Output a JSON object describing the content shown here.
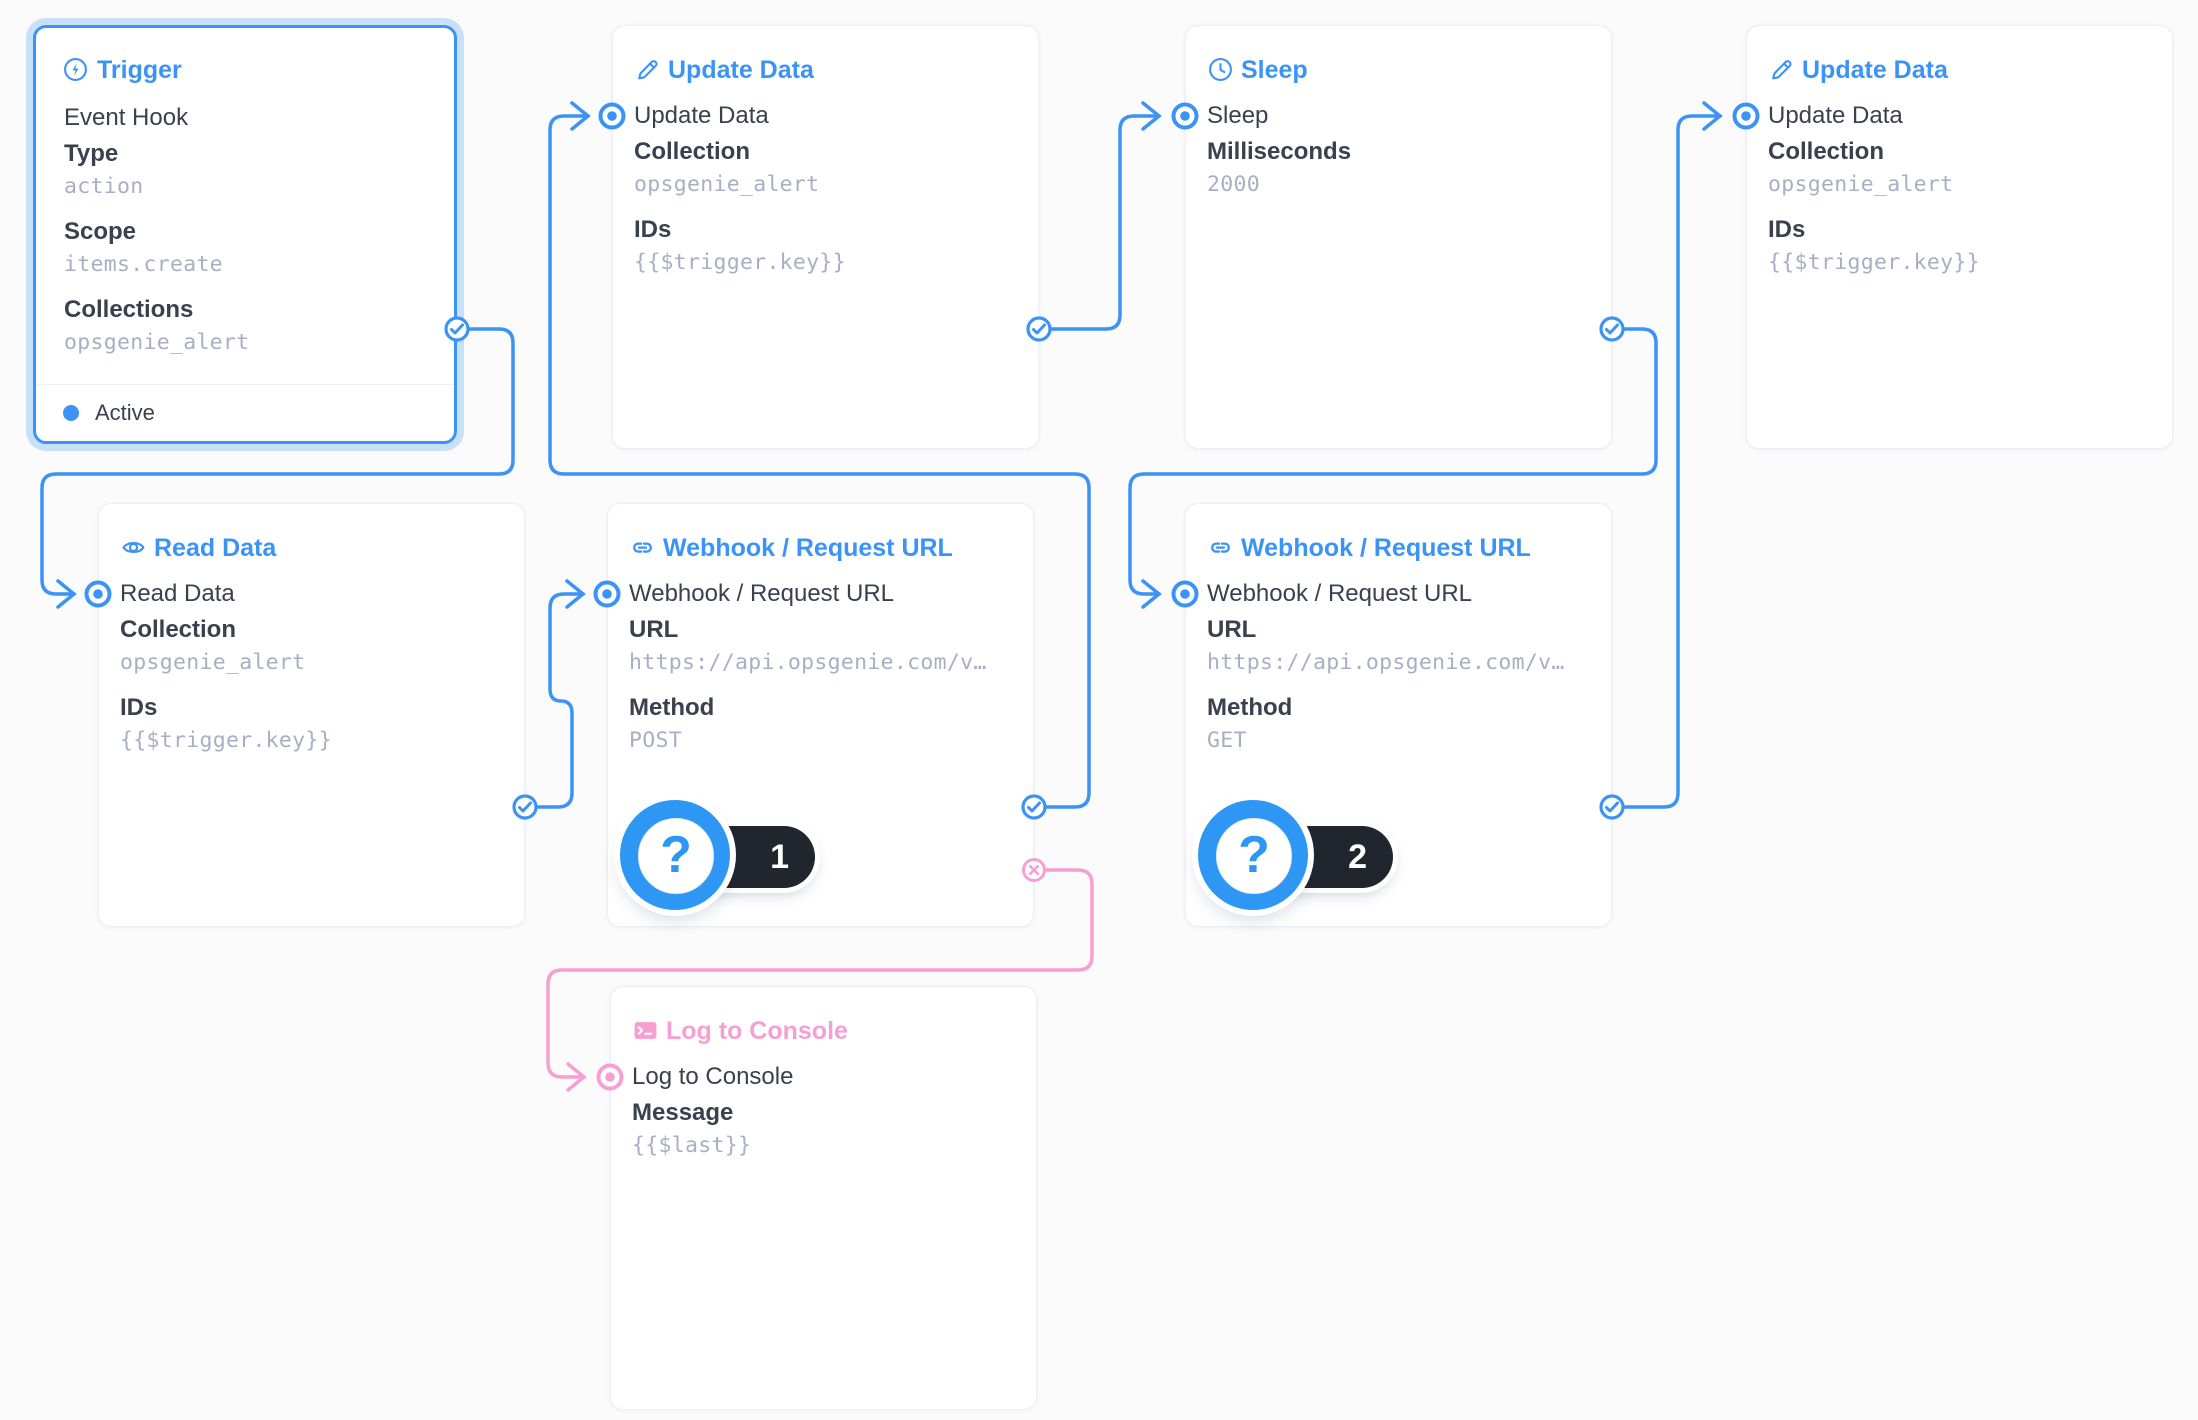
{
  "colors": {
    "accent_blue": "#3b93f5",
    "accent_pink": "#f79fd4",
    "text_dark": "#3a414e",
    "mono_value_gray": "#a7afc4",
    "card_border": "#ebeef2",
    "canvas_bg": "#fbfbfc",
    "selection_glow": "#c9e0fb",
    "badge_pill_dark": "#21262e"
  },
  "nodes": {
    "trigger": {
      "title": "Trigger",
      "subtitle": "Event Hook",
      "fields": [
        {
          "label": "Type",
          "value": "action"
        },
        {
          "label": "Scope",
          "value": "items.create"
        },
        {
          "label": "Collections",
          "value": "opsgenie_alert"
        }
      ],
      "status": "Active",
      "selected": true
    },
    "update_data_1": {
      "title": "Update Data",
      "subtitle": "Update Data",
      "fields": [
        {
          "label": "Collection",
          "value": "opsgenie_alert"
        },
        {
          "label": "IDs",
          "value": "{{$trigger.key}}"
        }
      ]
    },
    "sleep": {
      "title": "Sleep",
      "subtitle": "Sleep",
      "fields": [
        {
          "label": "Milliseconds",
          "value": "2000"
        }
      ]
    },
    "update_data_2": {
      "title": "Update Data",
      "subtitle": "Update Data",
      "fields": [
        {
          "label": "Collection",
          "value": "opsgenie_alert"
        },
        {
          "label": "IDs",
          "value": "{{$trigger.key}}"
        }
      ]
    },
    "read_data": {
      "title": "Read Data",
      "subtitle": "Read Data",
      "fields": [
        {
          "label": "Collection",
          "value": "opsgenie_alert"
        },
        {
          "label": "IDs",
          "value": "{{$trigger.key}}"
        }
      ]
    },
    "webhook_1": {
      "title": "Webhook / Request URL",
      "subtitle": "Webhook / Request URL",
      "fields": [
        {
          "label": "URL",
          "value": "https://api.opsgenie.com/v…"
        },
        {
          "label": "Method",
          "value": "POST"
        }
      ]
    },
    "webhook_2": {
      "title": "Webhook / Request URL",
      "subtitle": "Webhook / Request URL",
      "fields": [
        {
          "label": "URL",
          "value": "https://api.opsgenie.com/v…"
        },
        {
          "label": "Method",
          "value": "GET"
        }
      ]
    },
    "log_to_console": {
      "title": "Log to Console",
      "subtitle": "Log to Console",
      "fields": [
        {
          "label": "Message",
          "value": "{{$last}}"
        }
      ]
    }
  },
  "connections": [
    {
      "from": "trigger",
      "to": "read_data",
      "type": "resolve",
      "color": "#3b93f5"
    },
    {
      "from": "read_data",
      "to": "webhook_1",
      "type": "resolve",
      "color": "#3b93f5"
    },
    {
      "from": "webhook_1",
      "to": "update_data_1",
      "type": "resolve",
      "color": "#3b93f5"
    },
    {
      "from": "update_data_1",
      "to": "sleep",
      "type": "resolve",
      "color": "#3b93f5"
    },
    {
      "from": "sleep",
      "to": "webhook_2",
      "type": "resolve",
      "color": "#3b93f5"
    },
    {
      "from": "webhook_2",
      "to": "update_data_2",
      "type": "resolve",
      "color": "#3b93f5"
    },
    {
      "from": "webhook_1",
      "to": "log_to_console",
      "type": "reject",
      "color": "#f79fd4"
    }
  ],
  "badges": [
    {
      "node": "webhook_1",
      "label": "?",
      "count": "1"
    },
    {
      "node": "webhook_2",
      "label": "?",
      "count": "2"
    }
  ]
}
